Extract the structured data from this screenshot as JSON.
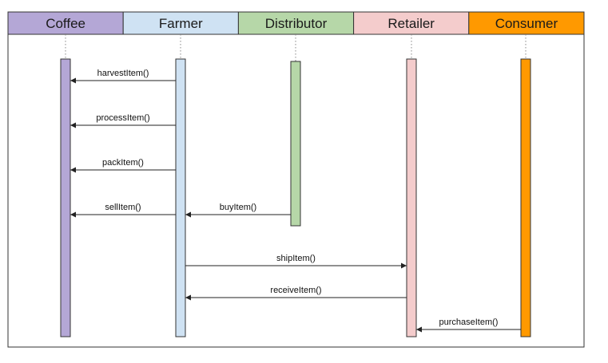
{
  "participants": [
    {
      "id": "coffee",
      "label": "Coffee",
      "header_color": "#b4a7d6",
      "bar_color": "#b4a7d6"
    },
    {
      "id": "farmer",
      "label": "Farmer",
      "header_color": "#cfe2f3",
      "bar_color": "#cfe2f3"
    },
    {
      "id": "distributor",
      "label": "Distributor",
      "header_color": "#b6d7a8",
      "bar_color": "#b6d7a8"
    },
    {
      "id": "retailer",
      "label": "Retailer",
      "header_color": "#f4cccc",
      "bar_color": "#f4cccc"
    },
    {
      "id": "consumer",
      "label": "Consumer",
      "header_color": "#ff9900",
      "bar_color": "#ff9900"
    }
  ],
  "messages": [
    {
      "label": "harvestItem()",
      "from": "farmer",
      "to": "coffee"
    },
    {
      "label": "processItem()",
      "from": "farmer",
      "to": "coffee"
    },
    {
      "label": "packItem()",
      "from": "farmer",
      "to": "coffee"
    },
    {
      "label": "sellItem()",
      "from": "farmer",
      "to": "coffee"
    },
    {
      "label": "buyItem()",
      "from": "distributor",
      "to": "farmer"
    },
    {
      "label": "shipItem()",
      "from": "farmer",
      "to": "retailer"
    },
    {
      "label": "receiveItem()",
      "from": "retailer",
      "to": "farmer"
    },
    {
      "label": "purchaseItem()",
      "from": "consumer",
      "to": "retailer"
    }
  ],
  "colors": {
    "border": "#333333",
    "line": "#222222",
    "lifeline_dash": "#888888"
  }
}
